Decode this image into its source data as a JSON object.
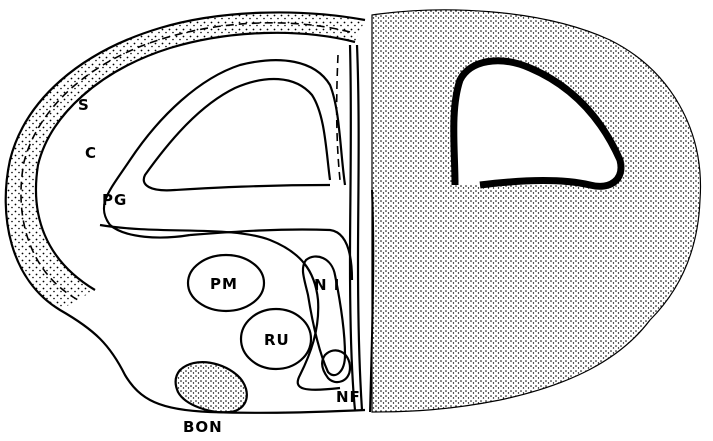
{
  "figure": {
    "labels": {
      "s": "S",
      "c": "C",
      "pg": "PG",
      "pm": "PM",
      "ni": "N I",
      "ru": "RU",
      "nf": "NF",
      "bon": "BON"
    },
    "colors": {
      "ink": "#000000",
      "paper": "#ffffff"
    }
  }
}
